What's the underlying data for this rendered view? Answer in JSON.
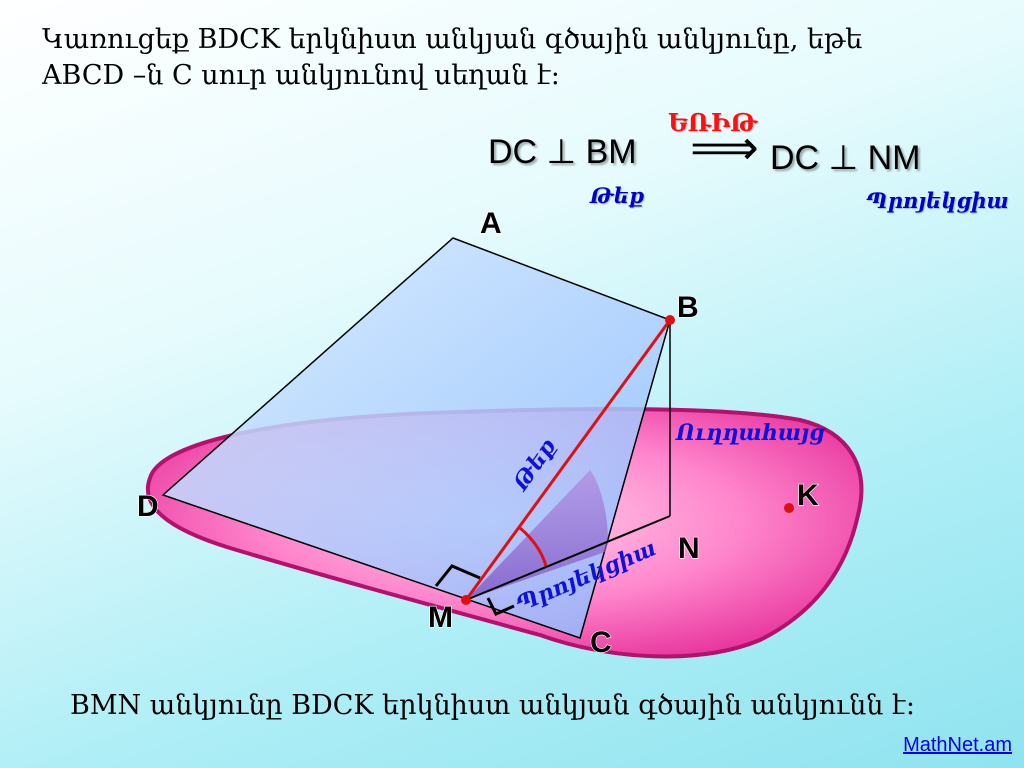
{
  "problem": {
    "line1": "Կառուցեք BDCK երկնիստ անկյան գծային անկյունը, եթե",
    "line2": "ABCD –ն C սուր անկյունով սեղան է:"
  },
  "formula": {
    "left": "DC ⊥ BM",
    "right": "DC ⊥ NM",
    "arrow": "⟹",
    "theorem_label": "ԵՌԻԹ",
    "left_caption": "Թեք",
    "right_caption": "Պրոյեկցիա"
  },
  "points": {
    "A": "A",
    "B": "B",
    "C": "C",
    "D": "D",
    "K": "K",
    "M": "M",
    "N": "N"
  },
  "figure_labels": {
    "plane": "Ուղղահայց",
    "slant": "Թեք",
    "projection": "Պրոյեկցիա"
  },
  "conclusion": "BMN անկյունը BDCK երկնիստ անկյան գծային անկյունն է:",
  "footer": "MathNet.am",
  "colors": {
    "plane": "#e8389f",
    "trapezoid": "#9fd0ff",
    "slant_line": "#e01010",
    "labels": "#1010dd"
  }
}
